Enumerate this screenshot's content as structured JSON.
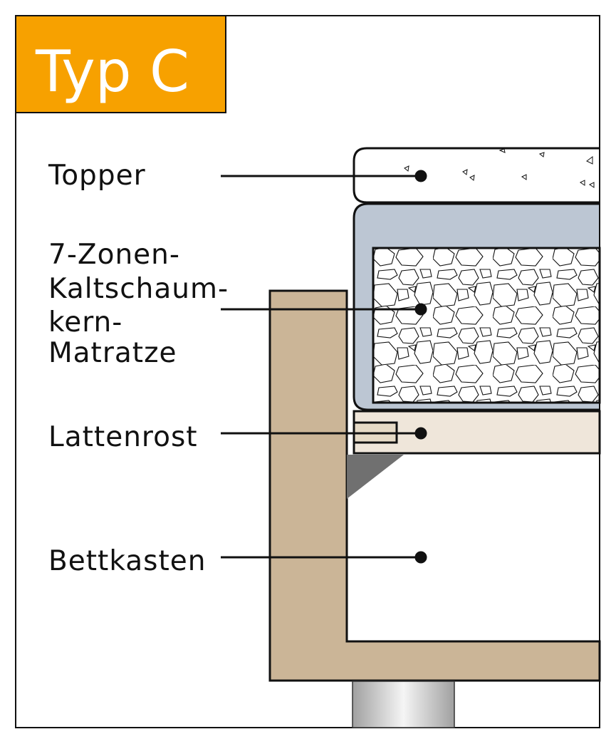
{
  "title": "Typ C",
  "labels": {
    "topper": "Topper",
    "mattress_lines": [
      "7-Zonen-",
      "Kaltschaum-",
      "kern-",
      "Matratze"
    ],
    "slatted_frame": "Lattenrost",
    "bed_box": "Bettkasten"
  },
  "colors": {
    "title_bg": "#f7a100",
    "mattress_cover": "#bcc6d3",
    "slatted_frame": "#efe6da",
    "frame_wood": "#cbb597",
    "shadow": "#707070"
  }
}
